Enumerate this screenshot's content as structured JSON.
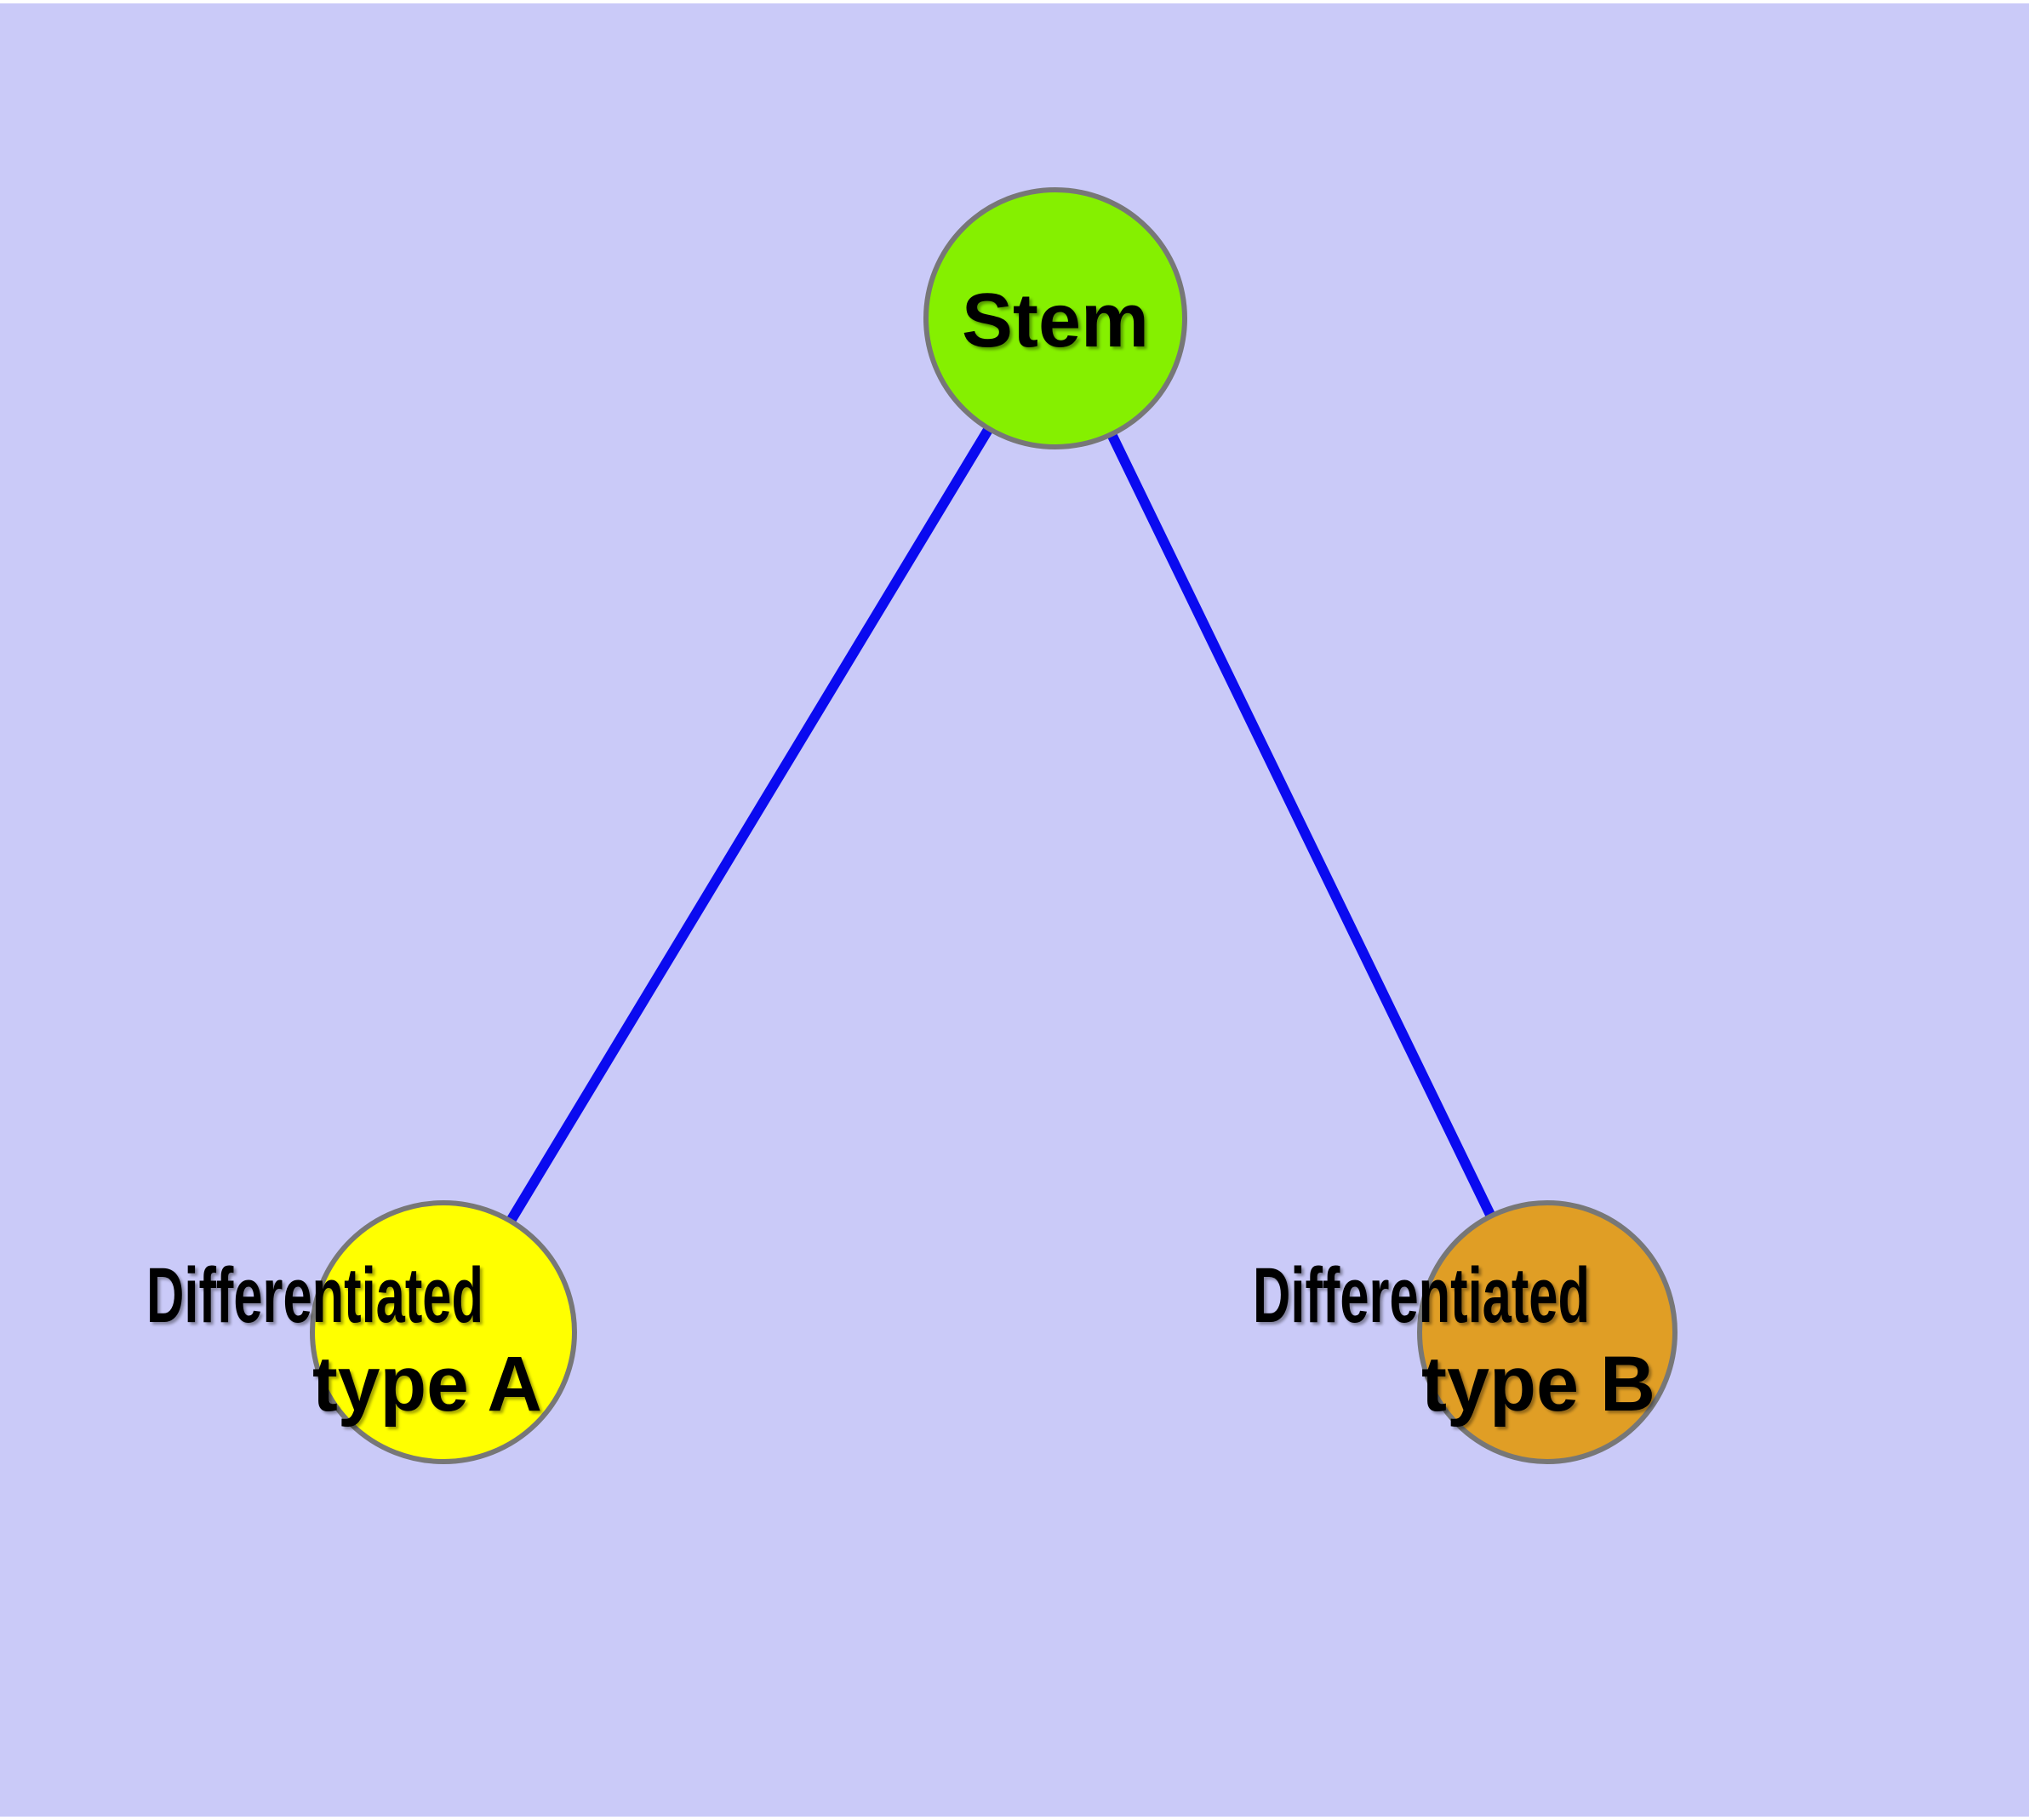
{
  "diagram": {
    "background_color": "#CACAF8",
    "edge_color": "#0A0AF0",
    "node_border_color": "#777777",
    "label_color": "#000000",
    "nodes": {
      "stem": {
        "label": "Stem",
        "fill": "#85F000"
      },
      "type_a": {
        "label_line1": "Differentiated",
        "label_line2": "type A",
        "fill": "#FFFF00"
      },
      "type_b": {
        "label_line1": "Differentiated",
        "label_line2": "type B",
        "fill": "#E09E25"
      }
    },
    "edges": [
      {
        "from": "stem",
        "to": "type_a"
      },
      {
        "from": "stem",
        "to": "type_b"
      }
    ]
  }
}
